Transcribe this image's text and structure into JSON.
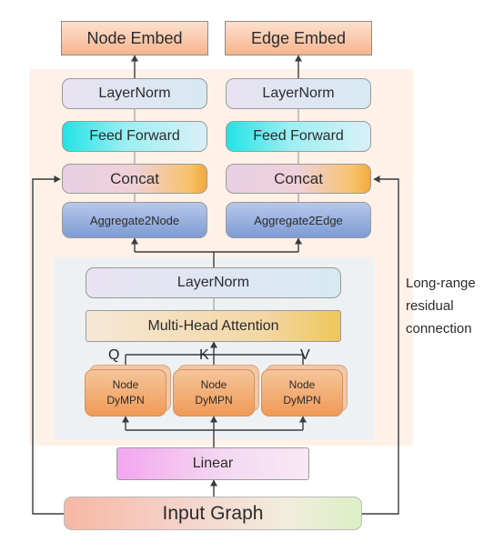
{
  "outputs": {
    "node_embed": "Node Embed",
    "edge_embed": "Edge Embed"
  },
  "node_branch": {
    "layernorm": "LayerNorm",
    "feed_forward": "Feed Forward",
    "concat": "Concat",
    "aggregate": "Aggregate2Node"
  },
  "edge_branch": {
    "layernorm": "LayerNorm",
    "feed_forward": "Feed Forward",
    "concat": "Concat",
    "aggregate": "Aggregate2Edge"
  },
  "attention_block": {
    "layernorm": "LayerNorm",
    "mha": "Multi-Head Attention",
    "q": "Q",
    "k": "K",
    "v": "V",
    "dympn": [
      {
        "line1": "Node",
        "line2": "DyMPN"
      },
      {
        "line1": "Node",
        "line2": "DyMPN"
      },
      {
        "line1": "Node",
        "line2": "DyMPN"
      }
    ]
  },
  "linear": "Linear",
  "input_graph": "Input Graph",
  "residual_note": [
    "Long-range",
    "residual",
    "connection"
  ],
  "colors": {
    "outer_panel": "#fdf1e8",
    "inner_panel": "#eef1f4",
    "arrow": "#3b3b3b"
  }
}
